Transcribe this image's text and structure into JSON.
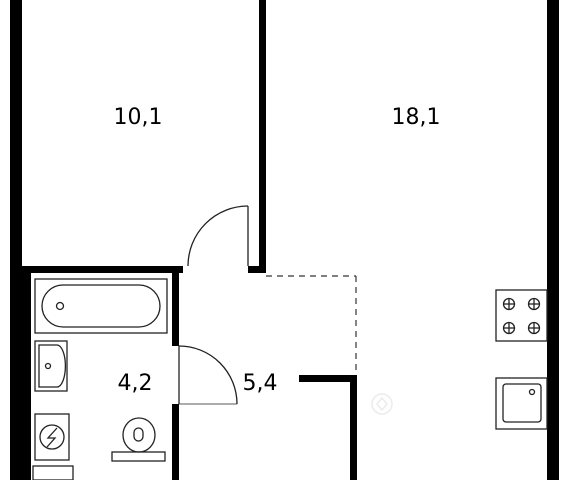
{
  "rooms": [
    {
      "id": "bedroom",
      "area": "10,1"
    },
    {
      "id": "living-kitchen",
      "area": "18,1"
    },
    {
      "id": "bathroom",
      "area": "4,2"
    },
    {
      "id": "hallway",
      "area": "5,4"
    }
  ],
  "colors": {
    "wall": "#000000",
    "background": "#ffffff",
    "fixture_stroke": "#222222",
    "watermark": "#c8c8c8"
  },
  "icons": [
    "bathtub-icon",
    "washbasin-icon",
    "washing-machine-icon",
    "toilet-icon",
    "stove-icon",
    "sink-icon",
    "door-swing-icon"
  ]
}
